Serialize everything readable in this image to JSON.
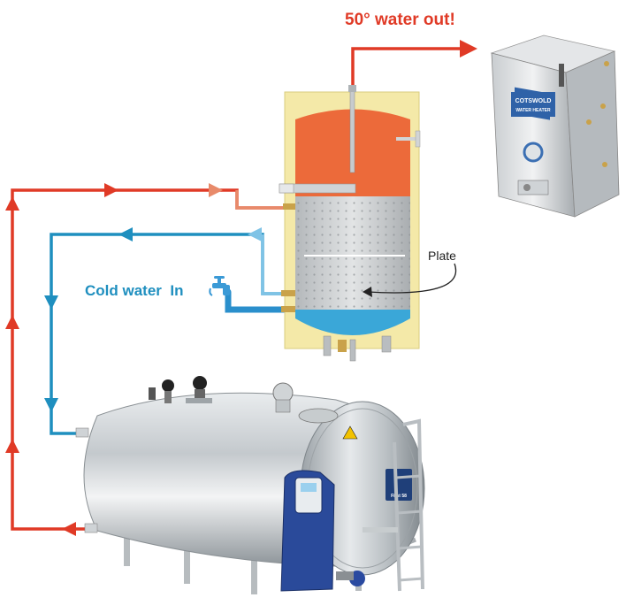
{
  "labels": {
    "hot_out": "50° water out!",
    "cold_in": "Cold water  In",
    "plate": "Plate"
  },
  "heater_box": {
    "brand": "COTSWOLD",
    "subtitle": "WATER HEATER"
  },
  "colors": {
    "hot_line": "#e03a26",
    "cold_line": "#1f8fbf",
    "cold_light": "#7fc3e6",
    "tank_top": "#ec6a3a",
    "tank_bottom": "#3aa7d8",
    "tank_casing": "#f4e9a8"
  }
}
